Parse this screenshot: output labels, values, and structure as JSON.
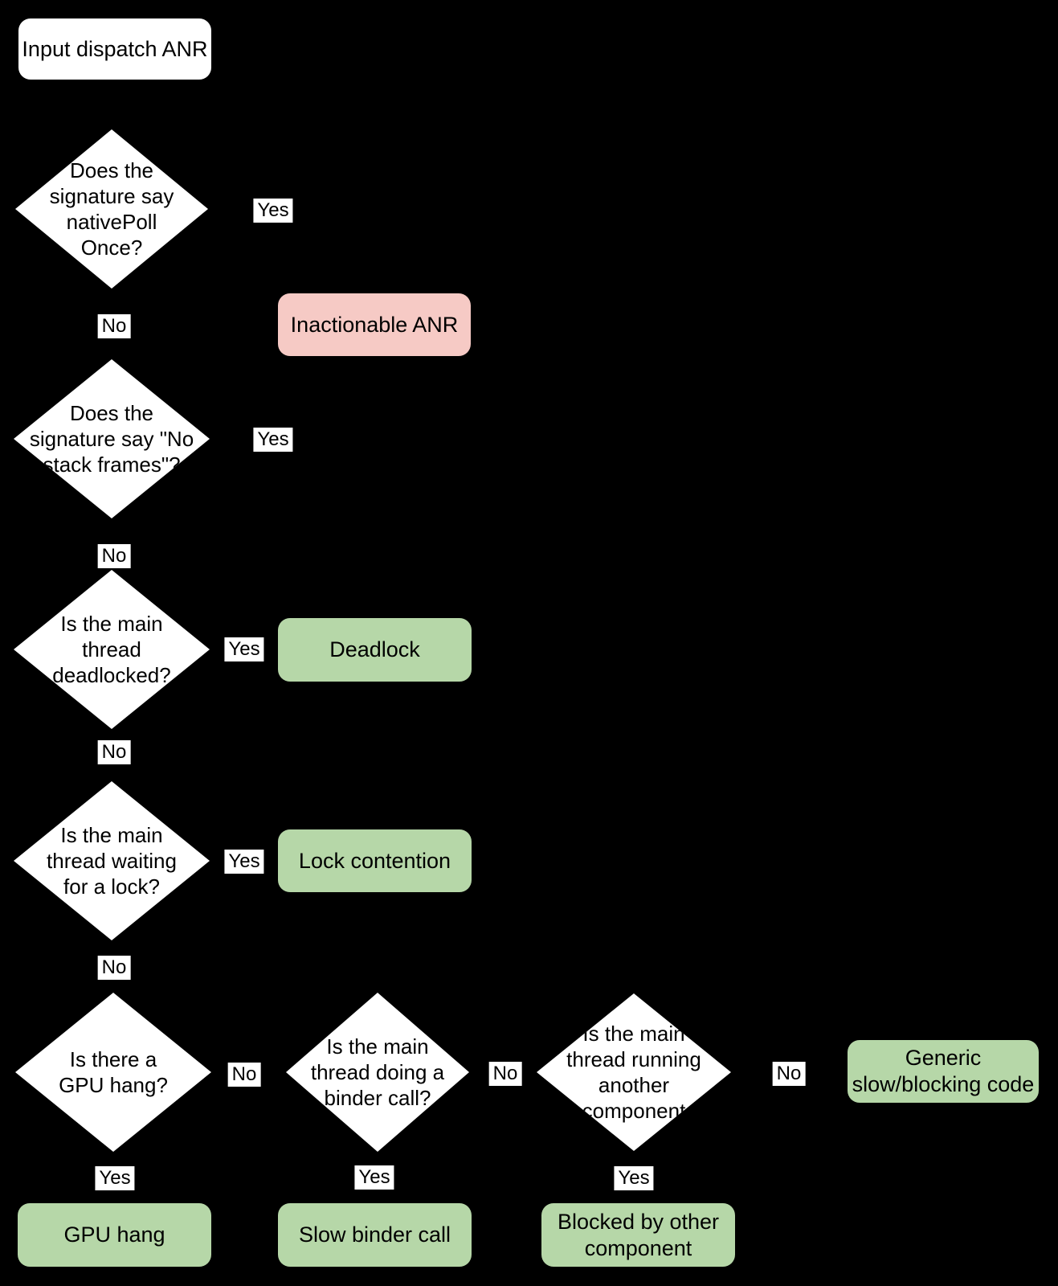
{
  "colors": {
    "background": "#000000",
    "decision_fill": "#ffffff",
    "outcome_green": "#b6d7a8",
    "outcome_pink": "#f6cac5",
    "label_background": "#ffffff",
    "text": "#000000"
  },
  "start": {
    "label": "Input dispatch ANR"
  },
  "decisions": {
    "native_poll": {
      "question": "Does the\nsignature say\nnativePoll\nOnce?"
    },
    "no_stack_frames": {
      "question": "Does the\nsignature say \"No\nstack frames\"?"
    },
    "deadlocked": {
      "question": "Is the main\nthread\ndeadlocked?"
    },
    "waiting_lock": {
      "question": "Is the main\nthread waiting\nfor a lock?"
    },
    "gpu_hang": {
      "question": "Is there a\nGPU hang?"
    },
    "binder_call": {
      "question": "Is the main\nthread doing a\nbinder call?"
    },
    "other_component": {
      "question": "Is the main\nthread running\nanother\ncomponent"
    }
  },
  "outcomes": {
    "inactionable": {
      "label": "Inactionable ANR",
      "status_color": "#f6cac5"
    },
    "deadlock": {
      "label": "Deadlock",
      "status_color": "#b6d7a8"
    },
    "lock_contention": {
      "label": "Lock contention",
      "status_color": "#b6d7a8"
    },
    "generic_slow": {
      "label": "Generic\nslow/blocking code",
      "status_color": "#b6d7a8"
    },
    "gpu_hang": {
      "label": "GPU hang",
      "status_color": "#b6d7a8"
    },
    "slow_binder": {
      "label": "Slow binder call",
      "status_color": "#b6d7a8"
    },
    "blocked_other": {
      "label": "Blocked by other\ncomponent",
      "status_color": "#b6d7a8"
    }
  },
  "edge_labels": {
    "native_poll_yes": "Yes",
    "native_poll_no": "No",
    "no_stack_frames_yes": "Yes",
    "no_stack_frames_no": "No",
    "deadlocked_yes": "Yes",
    "deadlocked_no": "No",
    "waiting_lock_yes": "Yes",
    "waiting_lock_no": "No",
    "gpu_hang_no": "No",
    "binder_call_no": "No",
    "other_component_no": "No",
    "gpu_hang_yes": "Yes",
    "binder_call_yes": "Yes",
    "other_component_yes": "Yes"
  }
}
